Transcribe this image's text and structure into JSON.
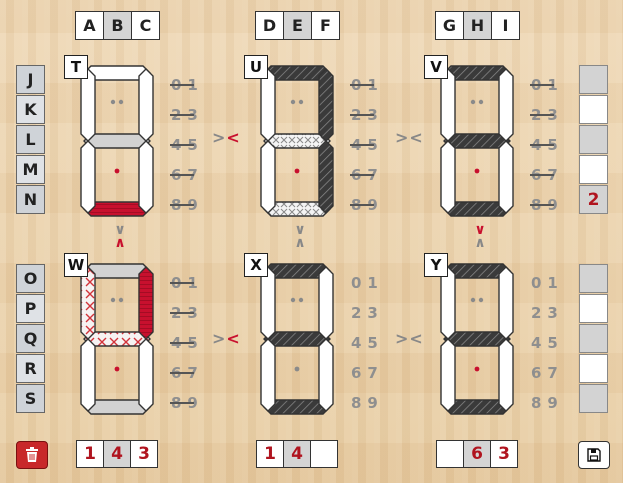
{
  "col_headers": [
    [
      "A",
      "B",
      "C"
    ],
    [
      "D",
      "E",
      "F"
    ],
    [
      "G",
      "H",
      "I"
    ]
  ],
  "col_gray": [
    [
      false,
      true,
      false
    ],
    [
      false,
      true,
      false
    ],
    [
      false,
      true,
      false
    ]
  ],
  "row_headers_top": [
    "J",
    "K",
    "L",
    "M",
    "N"
  ],
  "row_headers_bottom": [
    "O",
    "P",
    "Q",
    "R",
    "S"
  ],
  "digit_tags": [
    "T",
    "U",
    "V",
    "W",
    "X",
    "Y"
  ],
  "hint_rows": [
    "01",
    "23",
    "45",
    "67",
    "89"
  ],
  "horizontal_comparisons": [
    {
      "symbol": "><",
      "active": "<"
    },
    {
      "symbol": "><",
      "active": ""
    },
    {
      "symbol": "><",
      "active": "<"
    },
    {
      "symbol": "><",
      "active": ""
    }
  ],
  "vertical_comparisons": [
    {
      "top": "∨",
      "bottom": "∧",
      "active": "bottom"
    },
    {
      "top": "∨",
      "bottom": "∧",
      "active": ""
    },
    {
      "top": "∨",
      "bottom": "∧",
      "active": "top"
    }
  ],
  "answers": [
    [
      "1",
      "4",
      "3"
    ],
    [
      "1",
      "4",
      ""
    ],
    [
      "",
      "6",
      "3"
    ]
  ],
  "answers_gray": [
    [
      false,
      true,
      false
    ],
    [
      false,
      true,
      false
    ],
    [
      false,
      true,
      false
    ]
  ],
  "side_top": [
    "",
    "",
    "",
    "",
    "2"
  ],
  "side_top_gray": [
    true,
    false,
    true,
    false,
    true
  ],
  "side_bottom": [
    "",
    "",
    "",
    "",
    ""
  ],
  "side_bottom_gray": [
    true,
    false,
    true,
    false,
    true
  ],
  "colors": {
    "accent_red": "#c8102e",
    "dark": "#333333",
    "segment_off": "#ffffff",
    "segment_gray": "#d0d0d0"
  },
  "icons": {
    "delete": "trash-icon",
    "save": "floppy-disk-icon"
  }
}
